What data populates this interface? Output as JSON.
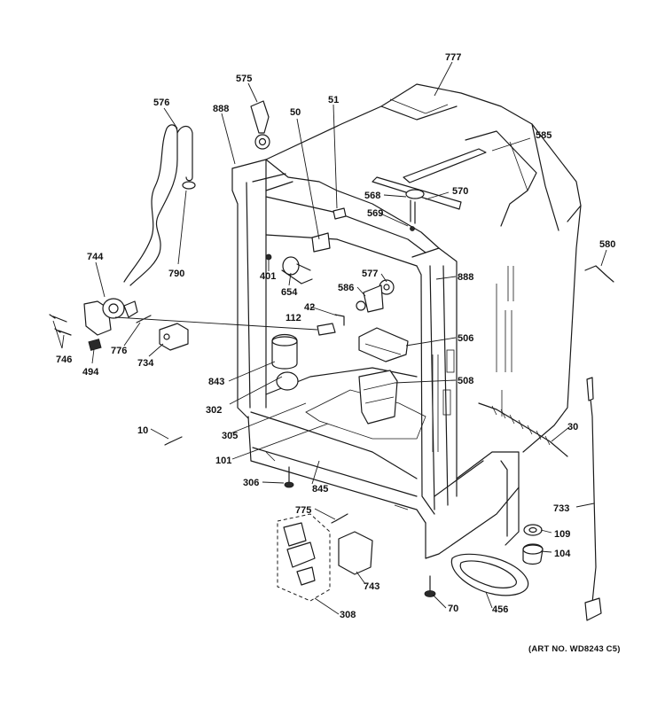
{
  "art_number": "(ART NO. WD8243 C5)",
  "callouts": {
    "c777": "777",
    "c575": "575",
    "c576": "576",
    "c888a": "888",
    "c50": "50",
    "c51": "51",
    "c585": "585",
    "c568": "568",
    "c570": "570",
    "c569": "569",
    "c580": "580",
    "c744": "744",
    "c790": "790",
    "c401": "401",
    "c577": "577",
    "c888b": "888",
    "c654": "654",
    "c586": "586",
    "c42": "42",
    "c112": "112",
    "c746": "746",
    "c776": "776",
    "c734": "734",
    "c494": "494",
    "c506": "506",
    "c843": "843",
    "c508": "508",
    "c302": "302",
    "c305": "305",
    "c30": "30",
    "c10": "10",
    "c101": "101",
    "c306": "306",
    "c845": "845",
    "c733": "733",
    "c775": "775",
    "c109": "109",
    "c104": "104",
    "c743": "743",
    "c70": "70",
    "c456": "456",
    "c308": "308"
  }
}
